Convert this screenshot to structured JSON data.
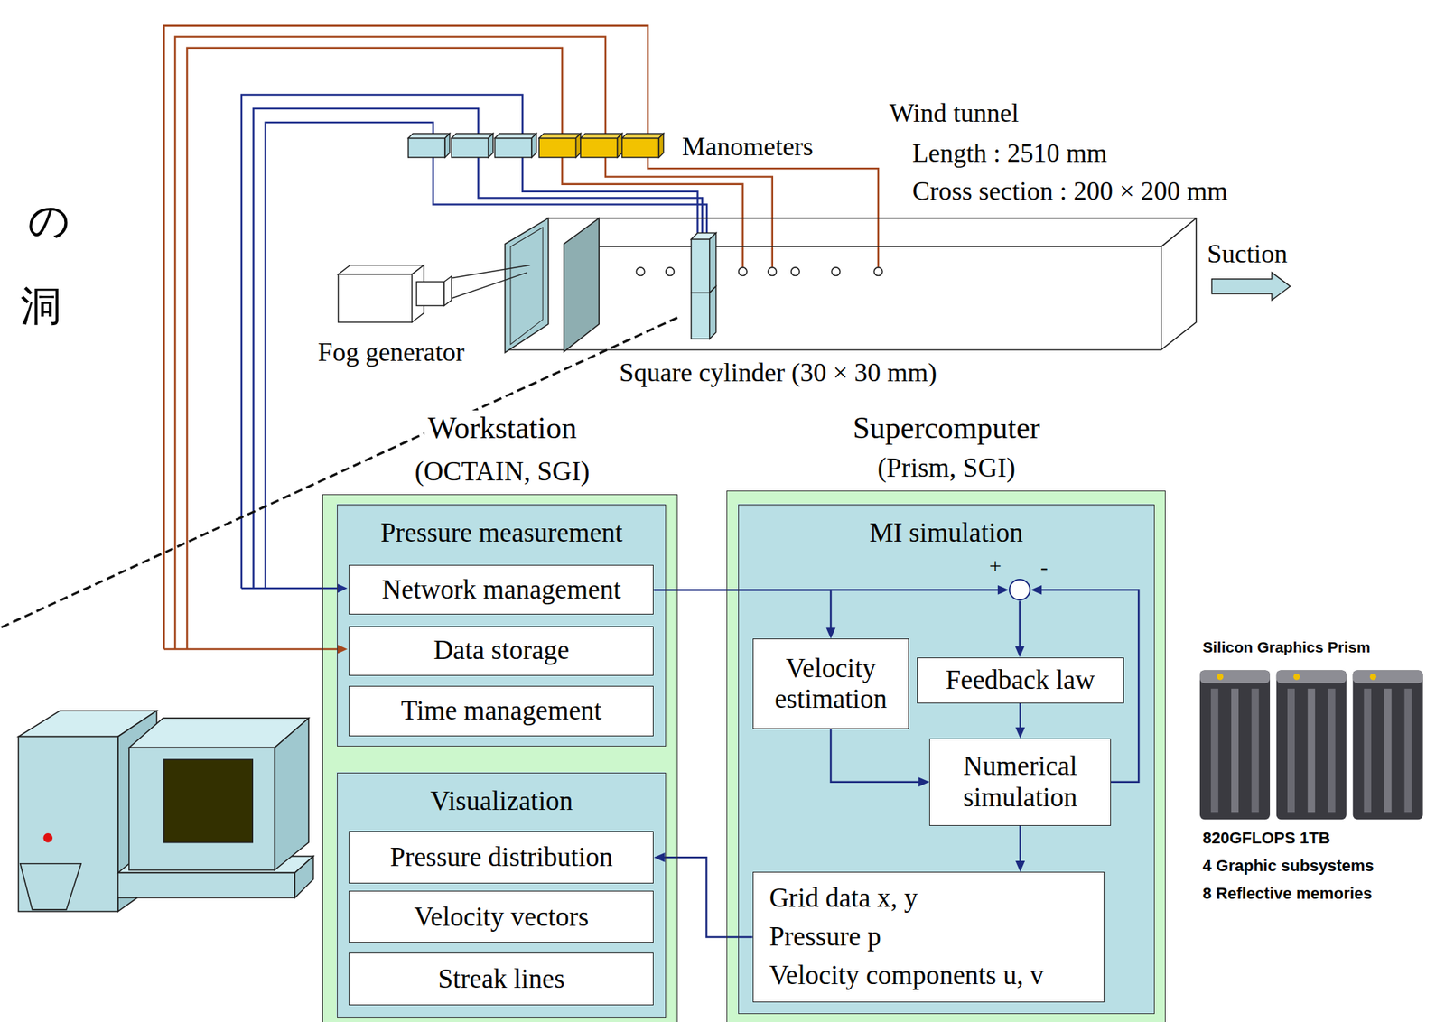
{
  "diagram": {
    "nodes": [
      {
        "text": [
          "Workstation",
          "(OCTAIN, SGI)"
        ]
      },
      {
        "text": [
          "Pressure measurement"
        ],
        "in": 0
      },
      {
        "text": [
          "Network management"
        ],
        "in": 1
      },
      {
        "text": [
          "Data storage"
        ],
        "in": 1
      },
      {
        "text": [
          "Time management"
        ],
        "in": 1
      },
      {
        "text": [
          "Visualization"
        ],
        "in": 0
      },
      {
        "text": [
          "Pressure distribution"
        ],
        "in": 5
      },
      {
        "text": [
          "Velocity vectors"
        ],
        "in": 5
      },
      {
        "text": [
          "Streak lines"
        ],
        "in": 5
      },
      {
        "text": [
          "Supercomputer",
          "(Prism, SGI)"
        ]
      },
      {
        "text": [
          "MI simulation"
        ],
        "in": 9
      },
      {
        "text": [
          "+",
          "-"
        ],
        "in": 10
      },
      {
        "text": [
          "Velocity estimation"
        ],
        "in": 10
      },
      {
        "text": [
          "Feedback law"
        ],
        "in": 10
      },
      {
        "text": [
          "Numerical simulation"
        ],
        "in": 10
      },
      {
        "text": [
          "Grid data x, y",
          "Pressure p",
          "Velocity components u, v"
        ],
        "in": 10
      }
    ],
    "edges": [
      {
        "from": 2,
        "to": 11,
        "arrow": "to"
      },
      {
        "from": 2,
        "to": 12,
        "arrow": "to"
      },
      {
        "from": 11,
        "to": 13,
        "arrow": "to"
      },
      {
        "from": 13,
        "to": 14,
        "arrow": "to"
      },
      {
        "from": 12,
        "to": 14,
        "arrow": "to"
      },
      {
        "from": 14,
        "to": 11,
        "arrow": "to"
      },
      {
        "from": 14,
        "to": 15,
        "arrow": "to"
      },
      {
        "from": 15,
        "to": 6,
        "arrow": "to"
      }
    ],
    "labels": [
      "の",
      "洞",
      "Manometers",
      "Wind tunnel",
      "Length : 2510 mm",
      "Cross section : 200 × 200 mm",
      "Suction",
      "Fog generator",
      "Square cylinder (30 × 30 mm)",
      "Silicon Graphics Prism",
      "820GFLOPS 1TB",
      "4 Graphic subsystems",
      "8 Reflective memories"
    ]
  }
}
